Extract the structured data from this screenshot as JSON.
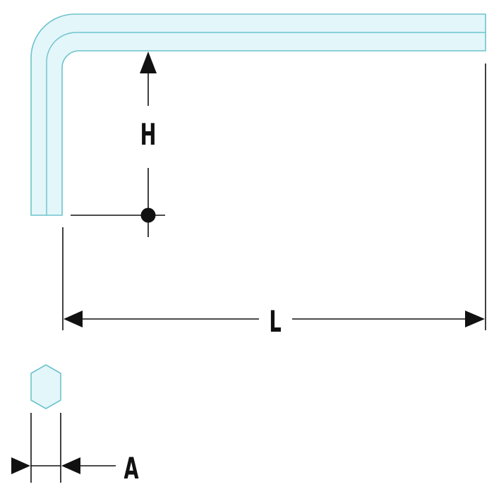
{
  "diagram": {
    "labels": {
      "height": "H",
      "length": "L",
      "across_flats": "A"
    },
    "colors": {
      "key_fill": "#e3f6fa",
      "key_outline": "#6dc3cc",
      "line": "#111111",
      "background": "#ffffff"
    },
    "icons": {
      "hex_profile": "hexagon-icon",
      "arrow": "arrowhead-icon",
      "reference_point": "dot-icon"
    }
  }
}
